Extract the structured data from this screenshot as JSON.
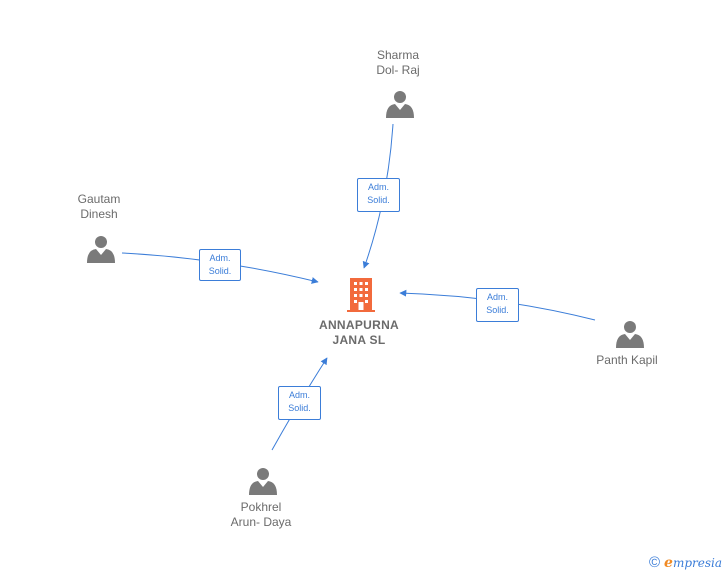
{
  "company": {
    "name_line1": "ANNAPURNA",
    "name_line2": "JANA  SL",
    "icon": "building-icon",
    "color": "#f26a3c"
  },
  "persons": [
    {
      "id": "sharma",
      "line1": "Sharma",
      "line2": "Dol- Raj",
      "icon": "person-icon"
    },
    {
      "id": "gautam",
      "line1": "Gautam",
      "line2": "Dinesh",
      "icon": "person-icon"
    },
    {
      "id": "panth",
      "line1": "Panth Kapil",
      "line2": "",
      "icon": "person-icon"
    },
    {
      "id": "pokhrel",
      "line1": "Pokhrel",
      "line2": "Arun- Daya",
      "icon": "person-icon"
    }
  ],
  "relations": [
    {
      "from": "sharma",
      "line1": "Adm.",
      "line2": "Solid."
    },
    {
      "from": "gautam",
      "line1": "Adm.",
      "line2": "Solid."
    },
    {
      "from": "panth",
      "line1": "Adm.",
      "line2": "Solid."
    },
    {
      "from": "pokhrel",
      "line1": "Adm.",
      "line2": "Solid."
    }
  ],
  "colors": {
    "edge": "#3b7dd8",
    "person": "#7a7a7a",
    "text": "#6b6b6b"
  },
  "footer": {
    "copyright_symbol": "©",
    "brand_first": "e",
    "brand_rest": "mpresia",
    "icon": "copyright-icon"
  }
}
